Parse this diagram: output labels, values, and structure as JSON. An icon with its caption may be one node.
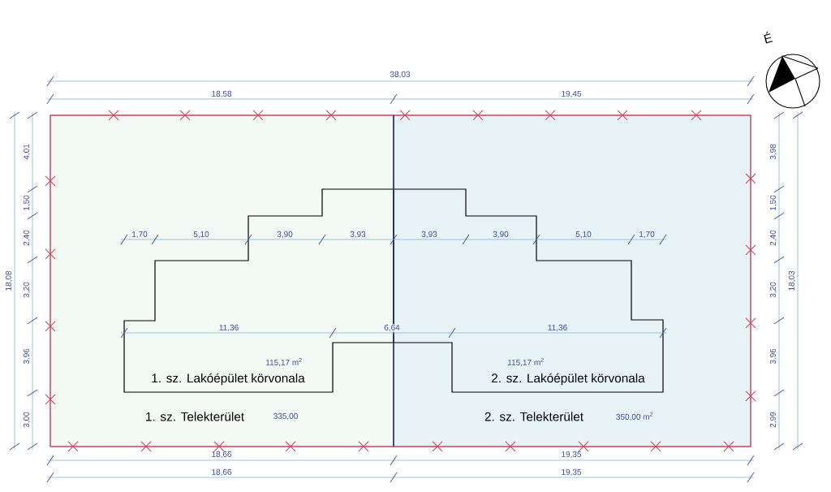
{
  "diagram": {
    "nodes": [
      {
        "text": [
          "1. sz. Telekterület",
          "335,00"
        ]
      },
      {
        "text": [
          "115,17 m$^{2}$",
          "1. sz. Lakóépület körvonala"
        ],
        "in": 0
      },
      {
        "text": [
          "2. sz. Telekterület",
          "350,00 m$^{2}$"
        ]
      },
      {
        "text": [
          "115,17 m$^{2}$",
          "2. sz. Lakóépület körvonala"
        ],
        "in": 2
      }
    ],
    "labels": [
      "É",
      "38,03",
      "18,58",
      "19,45",
      "4,01",
      "3,98",
      "1,50",
      "1,50",
      "1,70",
      "5,10",
      "3,90",
      "3,93",
      "3,93",
      "3,90",
      "5,10",
      "1,70",
      "2,40",
      "2,40",
      "18,08",
      "3,20",
      "3,20",
      "18,03",
      "11,36",
      "6,64",
      "11,36",
      "3,96",
      "3,96",
      "3,00",
      "2,99",
      "18,66",
      "19,35",
      "18,66",
      "19,35"
    ]
  }
}
